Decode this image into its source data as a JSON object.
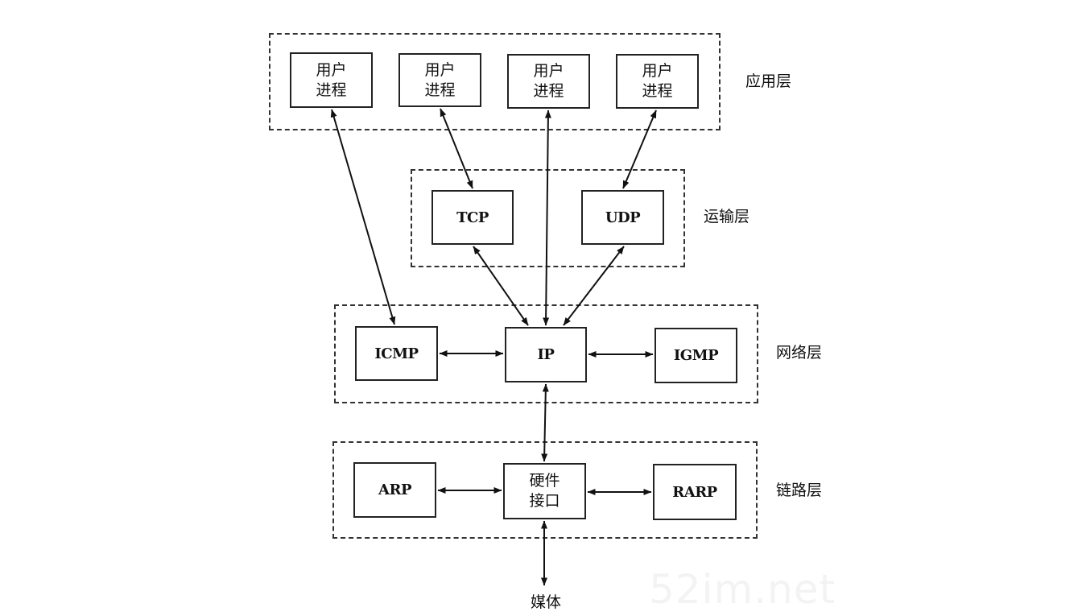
{
  "layers": {
    "application": "应用层",
    "transport": "运输层",
    "network": "网络层",
    "link": "链路层"
  },
  "nodes": {
    "user_process_1": "用户\n进程",
    "user_process_2": "用户\n进程",
    "user_process_3": "用户\n进程",
    "user_process_4": "用户\n进程",
    "tcp": "TCP",
    "udp": "UDP",
    "icmp": "ICMP",
    "ip": "IP",
    "igmp": "IGMP",
    "arp": "ARP",
    "hardware_interface": "硬件\n接口",
    "rarp": "RARP"
  },
  "medium": "媒体",
  "watermark": "52im.net",
  "edges": [
    [
      "user_process_1",
      "icmp"
    ],
    [
      "user_process_2",
      "tcp"
    ],
    [
      "user_process_3",
      "ip"
    ],
    [
      "user_process_4",
      "udp"
    ],
    [
      "tcp",
      "ip"
    ],
    [
      "udp",
      "ip"
    ],
    [
      "icmp",
      "ip"
    ],
    [
      "ip",
      "igmp"
    ],
    [
      "ip",
      "hardware_interface"
    ],
    [
      "arp",
      "hardware_interface"
    ],
    [
      "hardware_interface",
      "rarp"
    ],
    [
      "hardware_interface",
      "medium"
    ]
  ],
  "arrows": "bidirectional"
}
